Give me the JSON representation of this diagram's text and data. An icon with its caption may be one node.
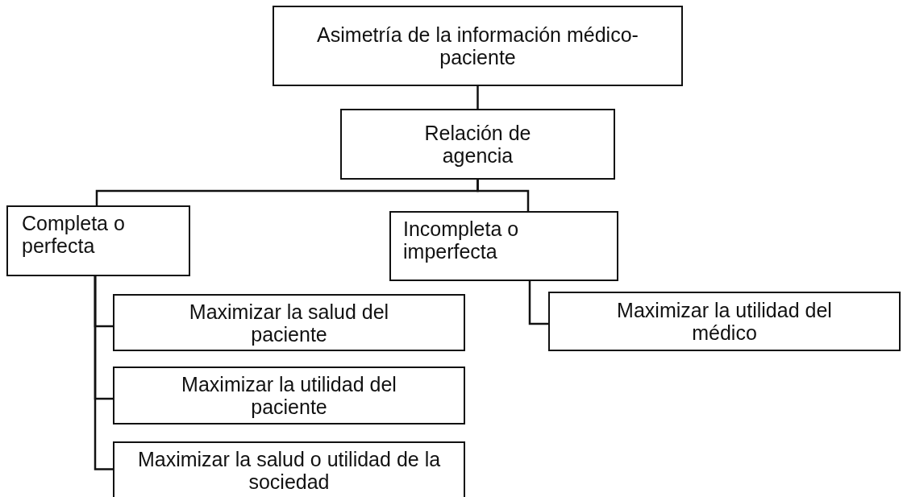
{
  "diagram": {
    "nodes": [
      {
        "text": [
          "Asimetría de la información médico-paciente"
        ]
      },
      {
        "text": [
          "Relación de agencia"
        ]
      },
      {
        "text": [
          "Completa o perfecta"
        ]
      },
      {
        "text": [
          "Incompleta o imperfecta"
        ]
      },
      {
        "text": [
          "Maximizar la salud del paciente"
        ]
      },
      {
        "text": [
          "Maximizar la utilidad del paciente"
        ]
      },
      {
        "text": [
          "Maximizar la salud o utilidad de la sociedad"
        ]
      },
      {
        "text": [
          "Maximizar la utilidad del médico"
        ]
      }
    ],
    "edges": [
      {
        "from": 0,
        "to": 1,
        "arrow": "none"
      },
      {
        "from": 1,
        "to": 2,
        "arrow": "none"
      },
      {
        "from": 1,
        "to": 3,
        "arrow": "none"
      },
      {
        "from": 2,
        "to": 4,
        "arrow": "none"
      },
      {
        "from": 2,
        "to": 5,
        "arrow": "none"
      },
      {
        "from": 2,
        "to": 6,
        "arrow": "none"
      },
      {
        "from": 3,
        "to": 7,
        "arrow": "none"
      }
    ]
  }
}
